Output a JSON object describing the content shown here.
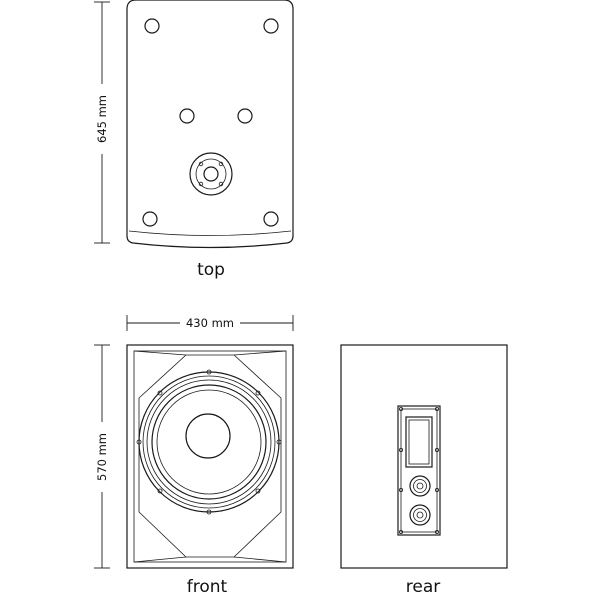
{
  "views": {
    "top_label": "top",
    "front_label": "front",
    "rear_label": "rear"
  },
  "dimensions": {
    "depth": "645 mm",
    "width": "430 mm",
    "height": "570 mm"
  }
}
